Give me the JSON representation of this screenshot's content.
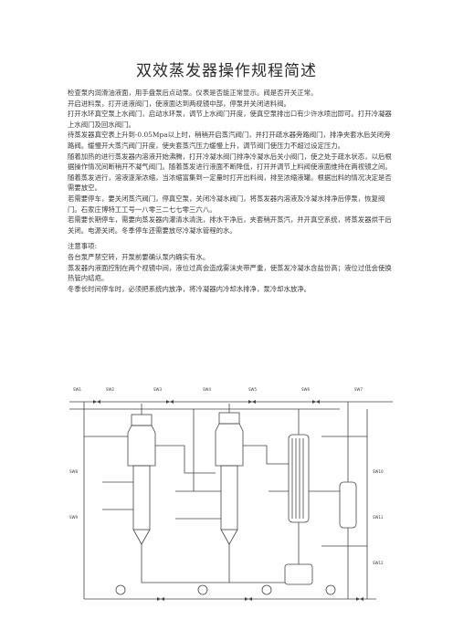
{
  "title": "双效蒸发器操作规程简述",
  "paragraphs": [
    "检查泵内润滑油液面，用手盘泵后点动泵。仪表是否能正常显示。阀是否开关正常。",
    "开启进料泵，打开进液阀门，使液面达到两视镜中部，停泵并关闭进料阀。",
    "打开水环真空泵上水阀门，启动水环泵，调节上水阀门开度，使真空泵排出口有少许水喷出即可。打开冷凝器上水阀门及回水阀门。",
    "待蒸发器真空表上升到-0.05Mpa以上时，稍稍开启蒸汽阀门，并打开疏水器旁路阀门，排净夹套水后关闭旁路阀。缓慢开大蒸汽阀门开度，使夹套蒸汽压力缓慢上升，调节阀门使压力不超过设定压力。",
    "随着加热的进行蒸发器内溶液开始沸腾，打开冷凝水阀门排净冷凝水后关小阀门，使之处于疏水状态，以后根据操作情况间断稍开不凝气阀门。随着蒸发进行液面不断降低，打开并调节上料阀使液面维持在两视镜之间。",
    "随着蒸发进行，溶液逐渐浓缩，当浓缩富集到一定量时打开出料阀，排至浓缩液罐。根据出料的情况决定是否需要放空。",
    "若需要停车，要关闭蒸汽阀门，停真空泵，关闭冷凝水阀门，将蒸发器内溶液及冷凝水排净后停泵，恢复阀门。石家庄博特工工号一八零三二七七零三六八。",
    "若需要长期停车，需要向蒸发器内灌清水清洗，排水干净后，夹套稍开蒸汽，并开真空系统，将蒸发器烘干后关闭。电源关闭。冬季停车还需要放尽冷凝水管程的水。"
  ],
  "notes": [
    "注意事项:",
    "各台泵严禁空转，开泵前要确认泵内确实有水。",
    "蒸发器内液面控制在两个视镜中间，液位过高会造成雾沫夹带严重，使蒸发冷凝水含盐份高；液位过低会使换热管内结疤。",
    "冬季长时间停车时，必须把系统内放净，将冷凝器内冷却水排净，泵冷却水放净。"
  ],
  "diagram": {
    "label_marks": [
      "SW1",
      "SW2",
      "SW3",
      "SW4",
      "SW5",
      "SW6",
      "SW7",
      "SW8",
      "SW9",
      "SW10",
      "SW11",
      "SW12"
    ]
  }
}
